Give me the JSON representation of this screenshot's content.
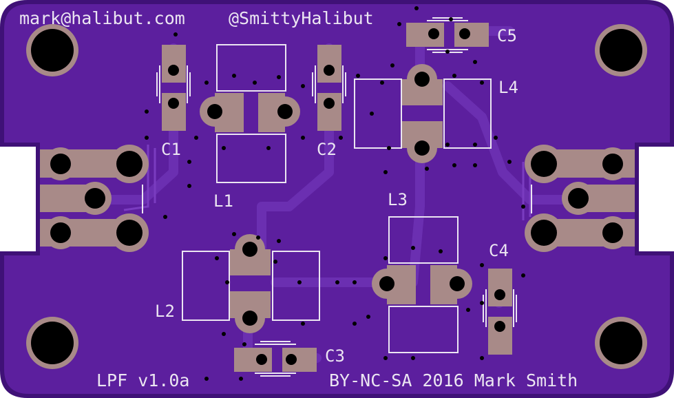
{
  "board": {
    "colors": {
      "substrate": "#5c1f9e",
      "copper_dark": "#4a168a",
      "trace": "#6a2fae",
      "pad": "#a88a88",
      "pad_outline": "#b597a3",
      "silk": "#ece6f2",
      "drill": "#000000"
    },
    "top_left_text": "mark@halibut.com",
    "top_right_text": "@SmittyHalibut",
    "bottom_left_text": "LPF v1.0a",
    "bottom_right_text": "BY-NC-SA 2016 Mark Smith",
    "labels": {
      "c1": "C1",
      "c2": "C2",
      "c3": "C3",
      "c4": "C4",
      "c5": "C5",
      "l1": "L1",
      "l2": "L2",
      "l3": "L3",
      "l4": "L4"
    }
  }
}
